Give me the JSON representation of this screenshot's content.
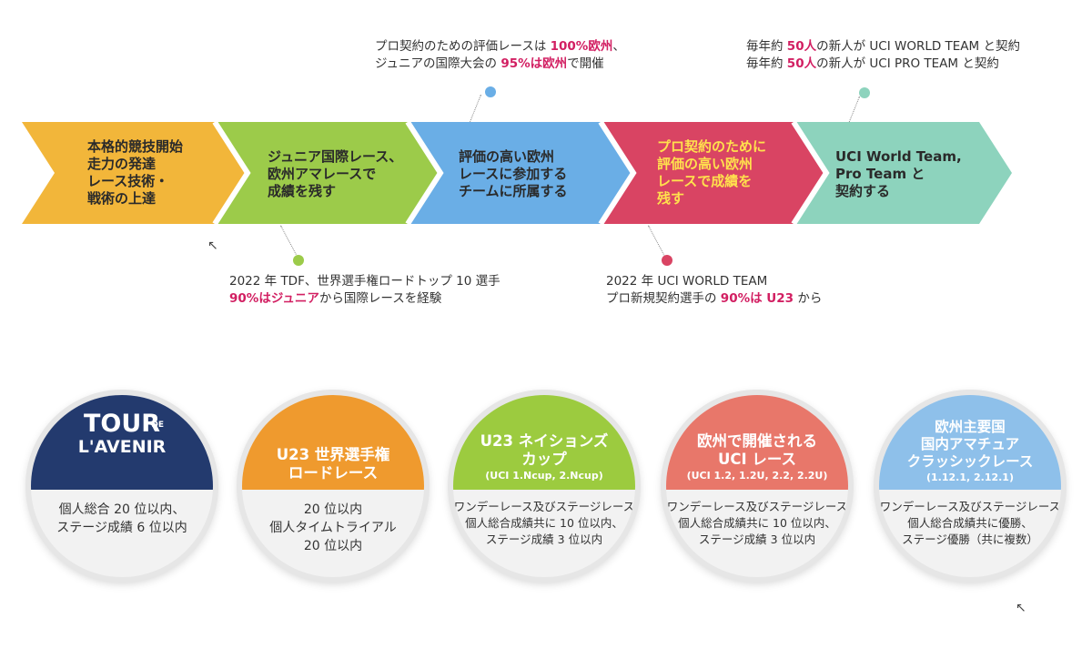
{
  "colors": {
    "step1": "#f2b63a",
    "step2": "#9ccb4a",
    "step3": "#6aaee6",
    "step4": "#d94463",
    "step5": "#8dd3bd",
    "highlight_text": "#ffe14d",
    "emphasis": "#d21f62",
    "tour_blue": "#233a6e",
    "u23_orange": "#ef9a2e",
    "nations_green": "#9ccb3f",
    "euro_red": "#e8776a",
    "amateur_blue": "#8ec0ea"
  },
  "steps": [
    {
      "text": "本格的競技開始\n走力の発達\nレース技術・\n戦術の上達"
    },
    {
      "text": "ジュニア国際レース、\n欧州アマレースで\n成績を残す"
    },
    {
      "text": "評価の高い欧州\nレースに参加する\nチームに所属する"
    },
    {
      "text": "プロ契約のために\n評価の高い欧州\nレースで成績を\n残す"
    },
    {
      "text": "UCI World Team,\nPro Team と\n契約する"
    }
  ],
  "callouts": {
    "top1": {
      "line1_a": "プロ契約のための評価レースは ",
      "line1_b": "100%欧州",
      "line1_c": "、",
      "line2_a": "ジュニアの国際大会の ",
      "line2_b": "95%は欧州",
      "line2_c": "で開催"
    },
    "top2": {
      "line1_a": "毎年約 ",
      "line1_b": "50人",
      "line1_c": "の新人が UCI WORLD TEAM と契約",
      "line2_a": "毎年約 ",
      "line2_b": "50人",
      "line2_c": "の新人が UCI PRO TEAM と契約"
    },
    "bottom1": {
      "line1": "2022 年 TDF、世界選手権ロードトップ 10 選手",
      "line2_a": "90%はジュニア",
      "line2_b": "から国際レースを経験"
    },
    "bottom2": {
      "line1": "2022 年 UCI WORLD TEAM",
      "line2_a": "プロ新規契約選手の ",
      "line2_b": "90%は U23",
      "line2_c": " から"
    }
  },
  "circles": [
    {
      "logo_line1": "TOUR",
      "logo_de": "DE",
      "logo_line2": "L'AVENIR",
      "body": "個人総合 20 位以内、\nステージ成績 6 位以内"
    },
    {
      "title": "U23 世界選手権\nロードレース",
      "body": "20 位以内\n個人タイムトライアル\n20 位以内"
    },
    {
      "title": "U23 ネイションズ\nカップ",
      "sub": "(UCI 1.Ncup, 2.Ncup)",
      "body": "ワンデーレース及びステージレース\n個人総合成績共に 10 位以内、\nステージ成績 3 位以内"
    },
    {
      "title": "欧州で開催される\nUCI レース",
      "sub": "(UCI 1.2, 1.2U, 2.2, 2.2U)",
      "body": "ワンデーレース及びステージレース\n個人総合成績共に 10 位以内、\nステージ成績 3 位以内"
    },
    {
      "title": "欧州主要国\n国内アマチュア\nクラッシックレース",
      "sub": "(1.12.1, 2.12.1)",
      "body": "ワンデーレース及びステージレース\n個人総合成績共に優勝、\nステージ優勝（共に複数）"
    }
  ]
}
